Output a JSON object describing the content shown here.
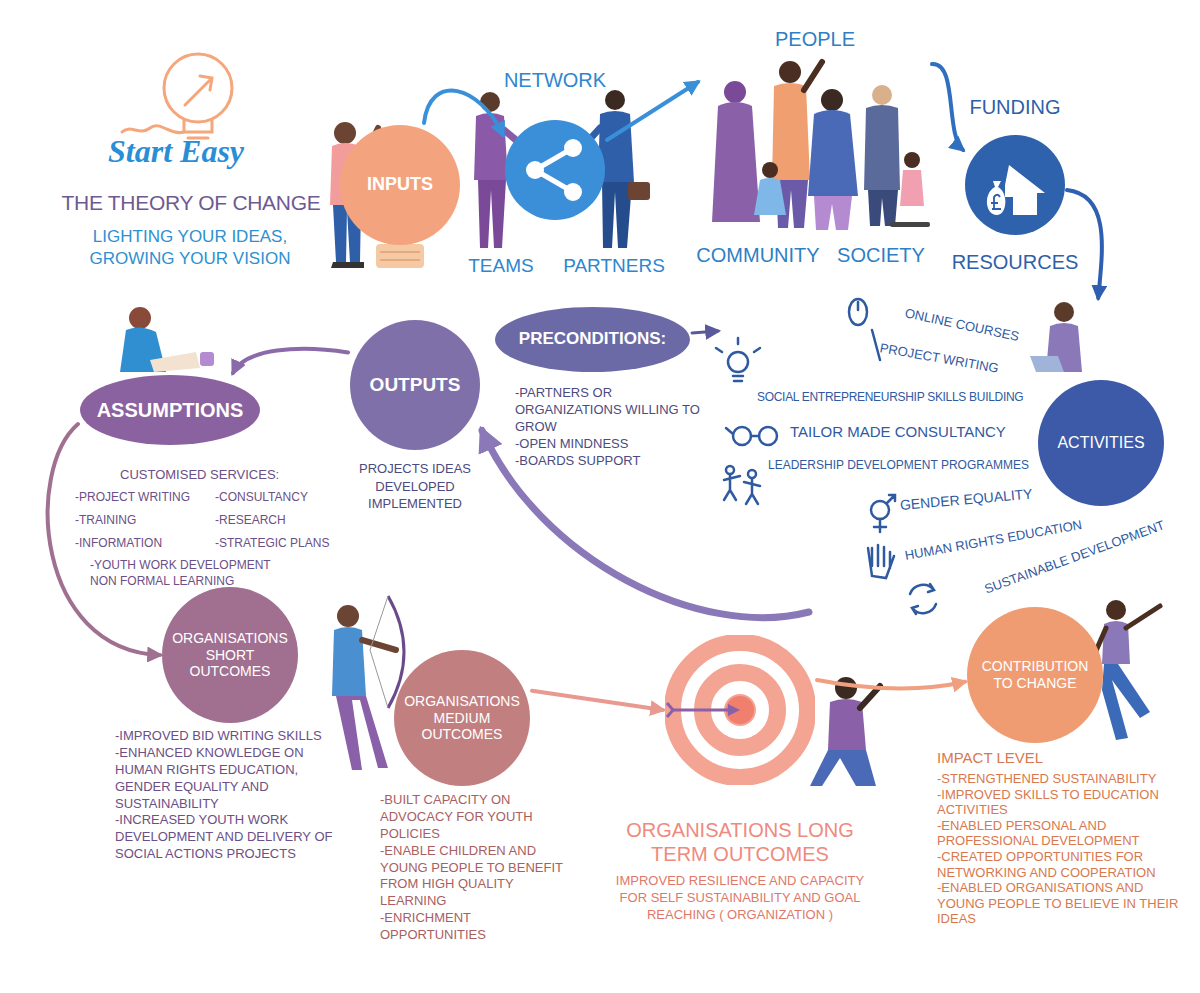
{
  "diagram": {
    "title": "THE THEORY OF CHANGE",
    "nodes": [
      {
        "text": [
          "INPUTS"
        ]
      },
      {
        "text": [
          "NETWORK",
          "TEAMS",
          "PARTNERS"
        ]
      },
      {
        "text": [
          "PEOPLE",
          "COMMUNITY",
          "SOCIETY"
        ]
      },
      {
        "text": [
          "FUNDING",
          "RESOURCES"
        ]
      },
      {
        "text": [
          "ACTIVITIES",
          "ONLINE COURSES",
          "PROJECT WRITING",
          "SOCIAL ENTREPRENEURSHIP SKILLS BUILDING",
          "TAILOR MADE CONSULTANCY",
          "LEADERSHIP DEVELOPMENT PROGRAMMES",
          "GENDER EQUALITY",
          "HUMAN RIGHTS EDUCATION",
          "SUSTAINABLE DEVELOPMENT"
        ]
      },
      {
        "text": [
          "PRECONDITIONS:",
          "-PARTNERS OR ORGANIZATIONS WILLING TO GROW",
          "-OPEN MINDNESS",
          "-BOARDS SUPPORT"
        ]
      },
      {
        "text": [
          "OUTPUTS",
          "PROJECTS IDEAS DEVELOPED IMPLEMENTED"
        ]
      },
      {
        "text": [
          "ASSUMPTIONS",
          "CUSTOMISED SERVICES:",
          "-PROJECT WRITING",
          "-CONSULTANCY",
          "-TRAINING",
          "-RESEARCH",
          "-INFORMATION",
          "-STRATEGIC PLANS",
          "-YOUTH WORK DEVELOPMENT NON FORMAL LEARNING"
        ]
      },
      {
        "text": [
          "ORGANISATIONS SHORT OUTCOMES",
          "-IMPROVED BID WRITING SKILLS",
          "-ENHANCED KNOWLEDGE ON HUMAN RIGHTS EDUCATION, GENDER EQUALITY AND SUSTAINABILITY",
          "-INCREASED YOUTH WORK DEVELOPMENT AND DELIVERY OF SOCIAL ACTIONS PROJECTS"
        ]
      },
      {
        "text": [
          "ORGANISATIONS MEDIUM OUTCOMES",
          "-BUILT CAPACITY ON ADVOCACY FOR YOUTH POLICIES",
          "-ENABLE CHILDREN AND YOUNG PEOPLE TO BENEFIT FROM HIGH QUALITY LEARNING",
          "-ENRICHMENT OPPORTUNITIES"
        ]
      },
      {
        "text": [
          "ORGANISATIONS LONG TERM OUTCOMES",
          "IMPROVED RESILIENCE AND CAPACITY FOR SELF SUSTAINABILITY AND GOAL REACHING ( ORGANIZATION )"
        ]
      },
      {
        "text": [
          "CONTRIBUTION TO CHANGE",
          "IMPACT LEVEL",
          "-STRENGTHENED SUSTAINABILITY",
          "-IMPROVED SKILLS TO EDUCATION ACTIVITIES",
          "-ENABLED PERSONAL AND PROFESSIONAL DEVELOPMENT",
          "-CREATED OPPORTUNITIES FOR NETWORKING AND COOPERATION",
          "-ENABLED ORGANISATIONS AND YOUNG PEOPLE TO BELIEVE IN THEIR IDEAS"
        ]
      }
    ],
    "edges": [
      {
        "from": 0,
        "to": 1,
        "arrow": "to"
      },
      {
        "from": 1,
        "to": 2,
        "arrow": "to"
      },
      {
        "from": 2,
        "to": 3,
        "arrow": "to"
      },
      {
        "from": 3,
        "to": 4,
        "arrow": "to"
      },
      {
        "from": 5,
        "to": 4,
        "arrow": "to"
      },
      {
        "from": 4,
        "to": 6,
        "arrow": "to"
      },
      {
        "from": 6,
        "to": 7,
        "arrow": "to"
      },
      {
        "from": 7,
        "to": 8,
        "arrow": "to"
      },
      {
        "from": 9,
        "to": 10,
        "arrow": "to"
      },
      {
        "from": 10,
        "to": 11,
        "arrow": "to"
      }
    ],
    "labels": [
      "Start Easy",
      "LIGHTING YOUR IDEAS, GROWING YOUR VISION"
    ]
  }
}
